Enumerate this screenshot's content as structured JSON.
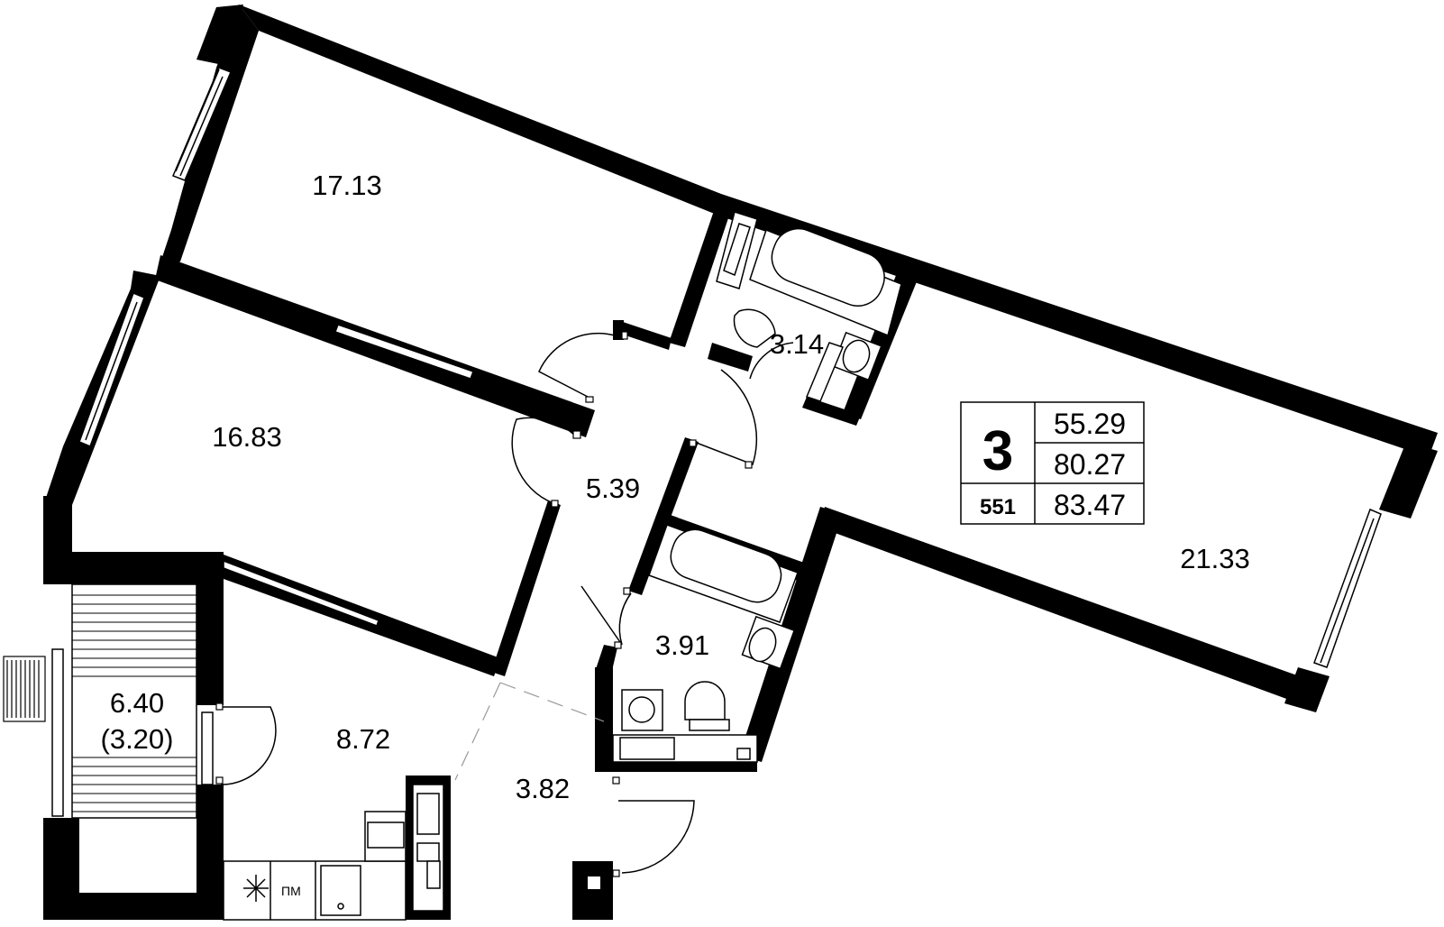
{
  "apartment": {
    "rooms_count": "3",
    "number": "551",
    "areas": [
      "55.29",
      "80.27",
      "83.47"
    ]
  },
  "rooms": [
    {
      "id": "bedroom-north",
      "area": "17.13"
    },
    {
      "id": "bedroom-west",
      "area": "16.83"
    },
    {
      "id": "bathroom-north",
      "area": "3.14"
    },
    {
      "id": "hall",
      "area": "5.39"
    },
    {
      "id": "living-room",
      "area": "21.33"
    },
    {
      "id": "bathroom-south",
      "area": "3.91"
    },
    {
      "id": "kitchen",
      "area": "8.72"
    },
    {
      "id": "entrance",
      "area": "3.82"
    },
    {
      "id": "loggia",
      "area": "6.40",
      "reduced_area": "(3.20)"
    }
  ],
  "appliance_labels": {
    "dishwasher": "ПМ"
  },
  "colors": {
    "wall": "#000000",
    "background": "#ffffff",
    "fixture_stroke": "#000000",
    "partition_dash": "#999999"
  }
}
